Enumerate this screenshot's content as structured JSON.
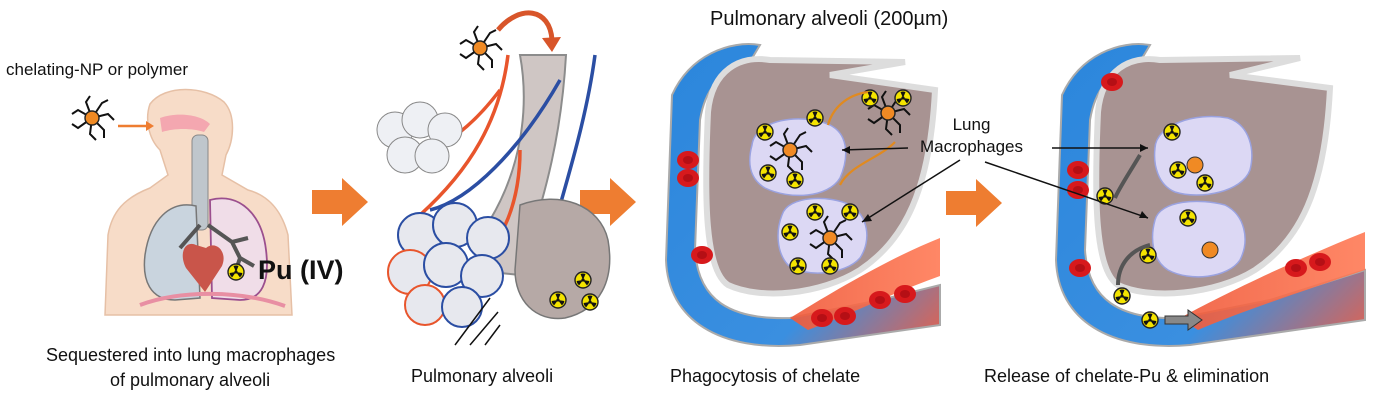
{
  "labels": {
    "inhale_agent": "chelating-NP or polymer",
    "pu": "Pu (IV)",
    "alveoli_title": "Pulmonary alveoli (200µm)",
    "lung_macrophages": "Lung\nMacrophages"
  },
  "captions": {
    "panel1_line1": "Sequestered into lung macrophages",
    "panel1_line2": "of pulmonary alveoli",
    "panel2": "Pulmonary alveoli",
    "panel3": "Phagocytosis of chelate",
    "panel4": "Release of chelate-Pu & elimination"
  },
  "colors": {
    "arrow_orange": "#ee7d31",
    "blood_red": "#d7191c",
    "vessel_blue": "#1f7fd6",
    "tissue_taupe": "#a89392",
    "macrophage_lilac": "#dcd8f4",
    "nucleus_orange": "#f08a24",
    "radiation_yellow": "#f4e400"
  },
  "icons": [
    "radiation-icon",
    "chelate-nanoparticle-icon",
    "process-arrow-icon"
  ]
}
